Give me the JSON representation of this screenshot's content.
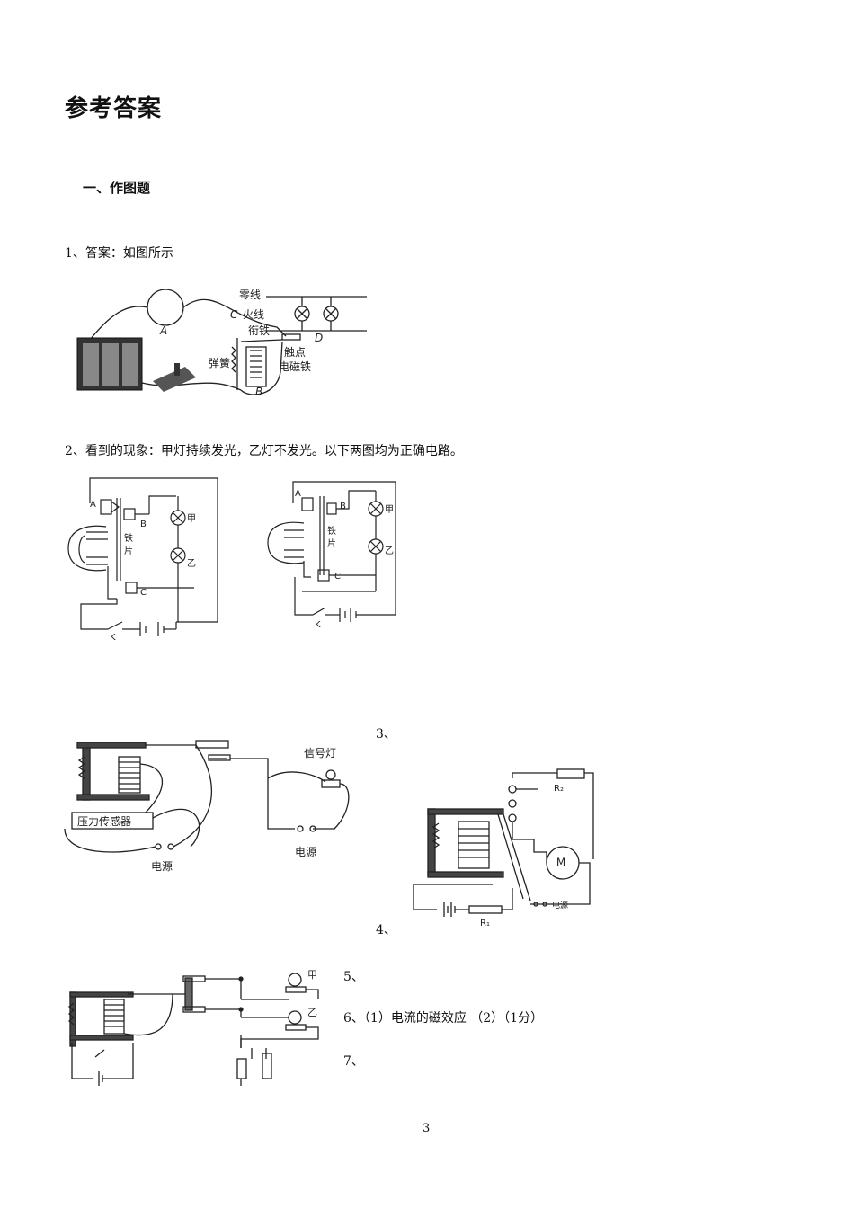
{
  "title": "参考答案",
  "section1": "一、作图题",
  "q1": "1、答案：如图所示",
  "q2": "2、看到的现象：甲灯持续发光，乙灯不发光。以下两图均为正确电路。",
  "q3": "3、",
  "q4": "4、",
  "q5": "5、",
  "q6": "6、（1）电流的磁效应 （2）（1分）",
  "q7": "7、",
  "page_number": "3",
  "fig1": {
    "zero_wire": "零线",
    "live_wire": "火线",
    "armature": "衔铁",
    "spring": "弹簧",
    "contact": "触点",
    "electromagnet": "电磁铁",
    "A": "A",
    "B": "B",
    "C": "C",
    "D": "D"
  },
  "fig2": {
    "A": "A",
    "B": "B",
    "C": "C",
    "K": "K",
    "iron1": "铁",
    "iron2": "片",
    "lamp_jia": "甲",
    "lamp_yi": "乙"
  },
  "fig3": {
    "signal_lamp": "信号灯",
    "sensor": "压力传感器",
    "power1": "电源",
    "power2": "电源"
  },
  "fig4": {
    "R1": "R₁",
    "R2": "R₂",
    "motor": "M",
    "power": "电源"
  },
  "fig5": {
    "lamp_jia": "甲",
    "lamp_yi": "乙"
  }
}
